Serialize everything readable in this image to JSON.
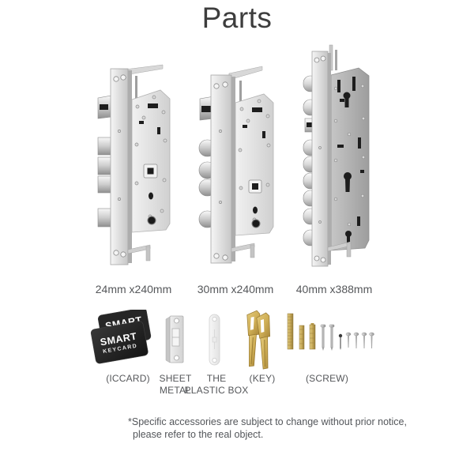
{
  "page": {
    "title": "Parts"
  },
  "locks": [
    {
      "name": "mortise-lock-24mm",
      "label": "24mm x240mm"
    },
    {
      "name": "mortise-lock-30mm",
      "label": "30mm x240mm"
    },
    {
      "name": "mortise-lock-40mm",
      "label": "40mm x388mm"
    }
  ],
  "keycard": {
    "line1": "SMART",
    "line2": "KEYCARD"
  },
  "accessories": [
    {
      "icon": "smart-keycard-icon",
      "label": "(ICCARD)"
    },
    {
      "icon": "sheet-metal-icon",
      "label": "SHEET\nMETAL"
    },
    {
      "icon": "plastic-box-icon",
      "label": "THE\nPLASTIC BOX"
    },
    {
      "icon": "key-icon",
      "label": "(KEY)"
    },
    {
      "icon": "screw-icon",
      "label": "(SCREW)"
    }
  ],
  "footer": {
    "line1": "*Specific accessories are subject to change without prior notice,",
    "line2": "please refer to the real object."
  },
  "colors": {
    "background": "#ffffff",
    "title_text": "#3d3d3d",
    "label_text": "#55575a",
    "footer_text": "#53565a",
    "metal_light": "#f1f1f1",
    "metal_dark": "#9f9f9f",
    "card_black": "#1f1f1f",
    "brass": "#c9a94f"
  }
}
